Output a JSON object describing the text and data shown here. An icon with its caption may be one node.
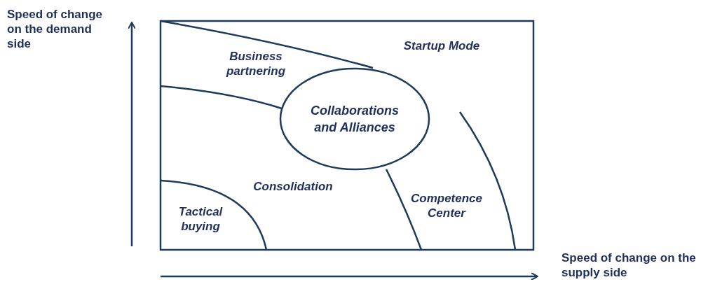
{
  "diagram": {
    "nodes": [
      {
        "text": [
          "Collaborations and Alliances"
        ]
      }
    ],
    "labels": [
      "Speed of change on the demand side",
      "Business partnering",
      "Startup Mode",
      "Consolidation",
      "Tactical buying",
      "Competence Center",
      "Speed of change on the supply side"
    ]
  }
}
